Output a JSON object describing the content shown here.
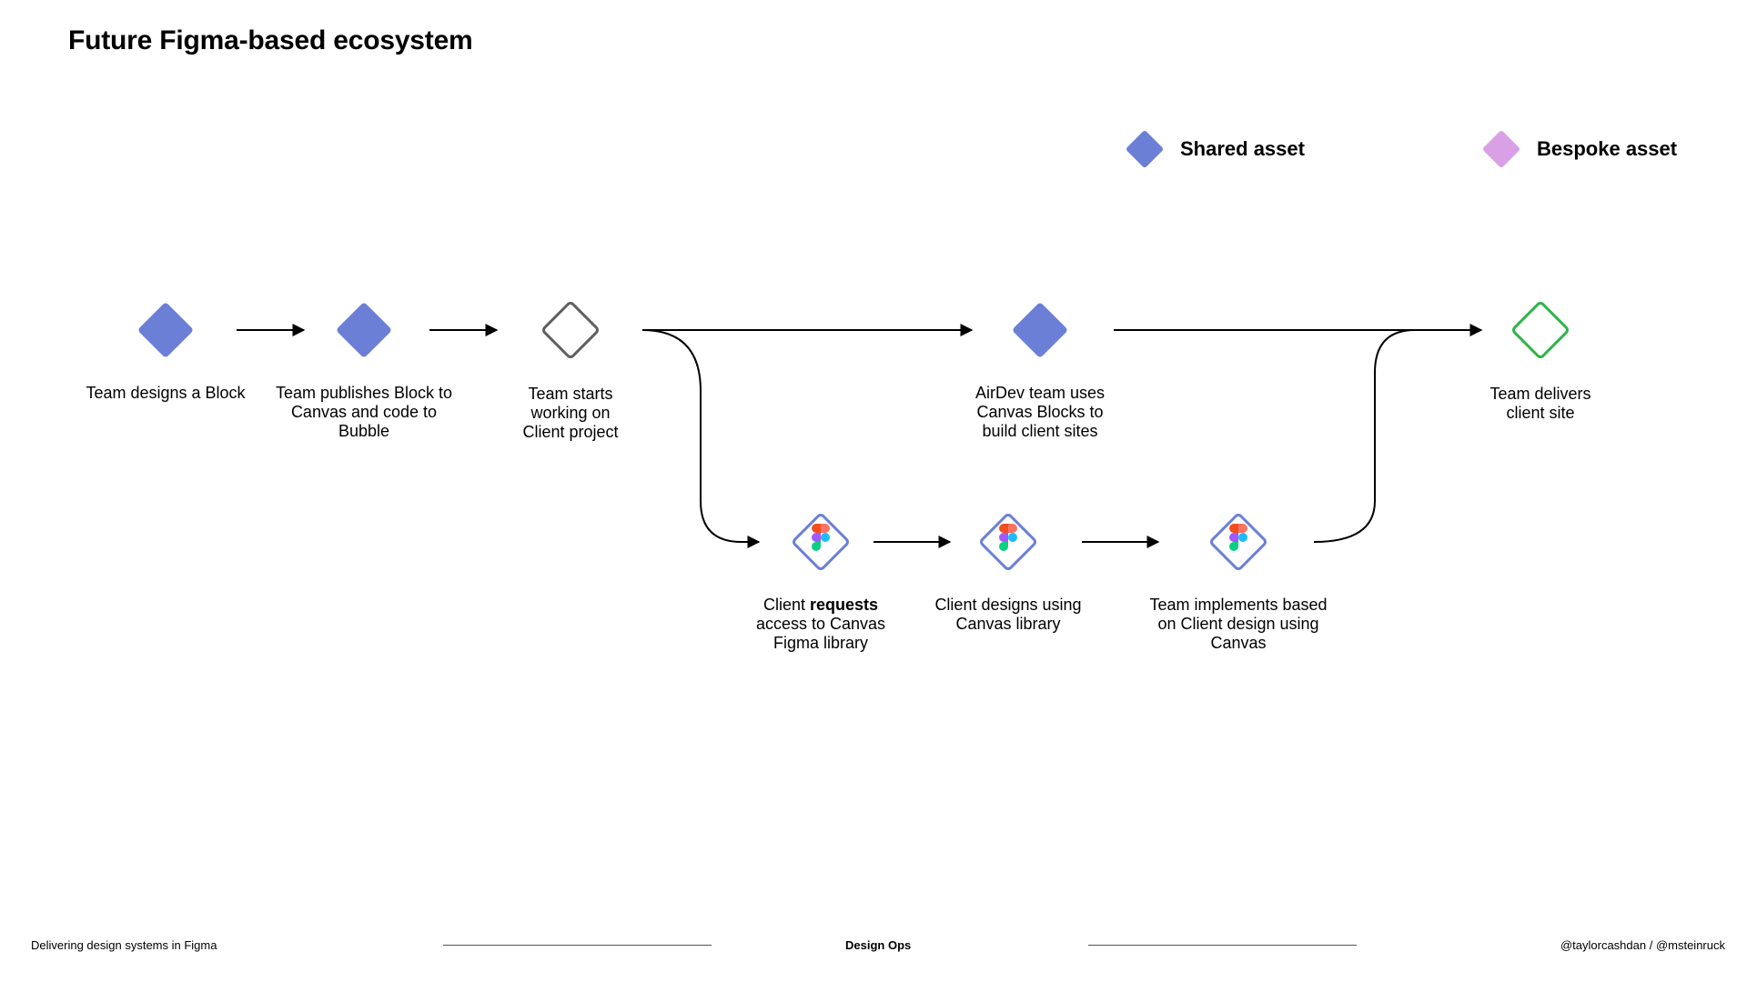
{
  "title": "Future Figma-based ecosystem",
  "legend": {
    "shared": {
      "label": "Shared asset",
      "color": "#6b7fd7"
    },
    "bespoke": {
      "label": "Bespoke asset",
      "color": "#d9a0e6"
    }
  },
  "nodes": [
    {
      "id": "design-block",
      "label": "Team designs a Block",
      "style": "filled-shared"
    },
    {
      "id": "publish-block",
      "label": "Team publishes Block to Canvas and code to Bubble",
      "style": "filled-shared"
    },
    {
      "id": "start-project",
      "label": "Team starts working on Client project",
      "style": "outline-gray"
    },
    {
      "id": "airdev-builds",
      "label": "AirDev team uses Canvas Blocks to build client sites",
      "style": "filled-shared"
    },
    {
      "id": "deliver-site",
      "label": "Team delivers client site",
      "style": "outline-green"
    },
    {
      "id": "client-requests",
      "label_before": "Client ",
      "label_bold": "requests",
      "label_after": " access to Canvas Figma library",
      "style": "figma"
    },
    {
      "id": "client-designs",
      "label": "Client designs using Canvas library",
      "style": "figma"
    },
    {
      "id": "team-implements",
      "label": "Team implements based on Client design using Canvas",
      "style": "figma"
    }
  ],
  "colors": {
    "shared": "#6b7fd7",
    "outline_gray": "#5f5f5f",
    "outline_green": "#2fb34a",
    "figma_outline": "#6b7fd7"
  },
  "footer": {
    "left": "Delivering design systems in Figma",
    "center": "Design Ops",
    "right": "@taylorcashdan / @msteinruck"
  }
}
